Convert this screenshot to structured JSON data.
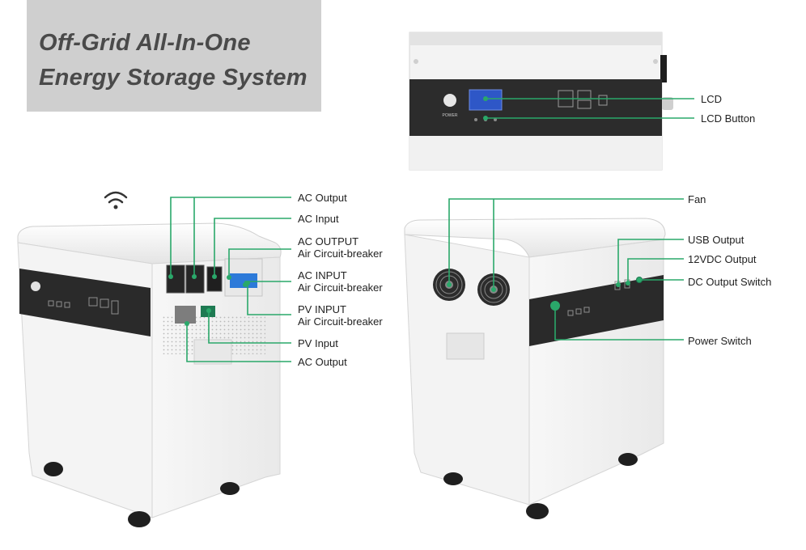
{
  "title": {
    "line1": "Off-Grid All-In-One",
    "line2": "Energy Storage System"
  },
  "top_panel": {
    "power_label": "POWER",
    "callouts": {
      "lcd": "LCD",
      "lcd_button": "LCD Button"
    }
  },
  "left_unit": {
    "callouts": {
      "ac_output_top": "AC Output",
      "ac_input": "AC Input",
      "ac_output_breaker_1": "AC OUTPUT",
      "ac_output_breaker_2": "Air Circuit-breaker",
      "ac_input_breaker_1": "AC INPUT",
      "ac_input_breaker_2": "Air Circuit-breaker",
      "pv_input_breaker_1": "PV INPUT",
      "pv_input_breaker_2": "Air Circuit-breaker",
      "pv_input": "PV Input",
      "ac_output_bottom": "AC Output"
    }
  },
  "right_unit": {
    "callouts": {
      "fan": "Fan",
      "usb_output": "USB Output",
      "dc12_output": "12VDC Output",
      "dc_output_switch": "DC Output Switch",
      "power_switch": "Power Switch"
    }
  },
  "colors": {
    "leader_line": "#2aa86a",
    "title_bg": "#cfcfcf",
    "band": "#2b2b2b",
    "cabinet": "#f1f1f1"
  }
}
